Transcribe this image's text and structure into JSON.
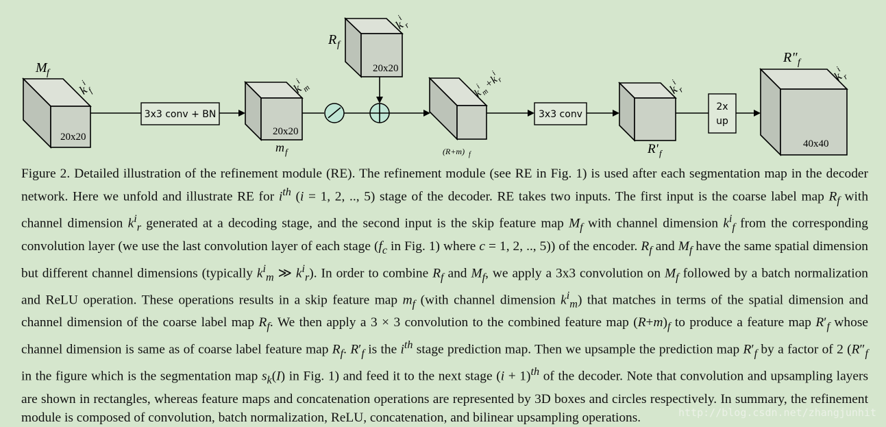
{
  "figure": {
    "blocks": {
      "mf_cube": {
        "name": "M",
        "sub": "f",
        "channel": "k",
        "channel_sup": "i",
        "channel_sub": "f",
        "size": "20x20"
      },
      "conv_bn": {
        "label": "3x3 conv + BN"
      },
      "m_cube": {
        "name": "m",
        "sub": "f",
        "channel": "k",
        "channel_sup": "i",
        "channel_sub": "m",
        "size": "20x20"
      },
      "rf_cube": {
        "name": "R",
        "sub": "f",
        "channel": "k",
        "channel_sup": "i",
        "channel_sub": "r",
        "size": "20x20"
      },
      "rm_cube": {
        "name": "(R+m)",
        "sub": "f",
        "channel": "k",
        "channel_sup": "i",
        "channel_sub": "m",
        "channel2": "+k",
        "channel2_sup": "i",
        "channel2_sub": "r"
      },
      "conv": {
        "label": "3x3 conv"
      },
      "rprime_cube": {
        "name": "R'",
        "sub": "f",
        "channel": "k",
        "channel_sup": "i",
        "channel_sub": "r"
      },
      "up": {
        "line1": "2x",
        "line2": "up"
      },
      "rdouble_cube": {
        "name": "R\"",
        "sub": "f",
        "channel": "k",
        "channel_sup": "i",
        "channel_sub": "r",
        "size": "40x40"
      }
    }
  },
  "caption_html": "Figure 2. Detailed illustration of the refinement module (RE). The refinement module (see RE in Fig. 1) is used after each segmentation map in the decoder network. Here we unfold and illustrate RE for <i>i</i><sup><i>th</i></sup> (<i>i</i> = 1, 2, .., 5) stage of the decoder. RE takes two inputs. The first input is the coarse label map <i>R</i><sub><i>f</i></sub> with channel dimension <i>k</i><sup><i>i</i></sup><sub><i>r</i></sub> generated at a decoding stage, and the second input is the skip feature map <i>M</i><sub><i>f</i></sub> with channel dimension <i>k</i><sup><i>i</i></sup><sub><i>f</i></sub> from the corresponding convolution layer (we use the last convolution layer of each stage (<i>f</i><sub><i>c</i></sub> in Fig. 1) where <i>c</i> = 1, 2, .., 5)) of the encoder. <i>R</i><sub><i>f</i></sub> and <i>M</i><sub><i>f</i></sub> have the same spatial dimension but different channel dimensions (typically <i>k</i><sup><i>i</i></sup><sub><i>m</i></sub> ≫ <i>k</i><sup><i>i</i></sup><sub><i>r</i></sub>). In order to combine <i>R</i><sub><i>f</i></sub> and <i>M</i><sub><i>f</i></sub>, we apply a 3x3 convolution on <i>M</i><sub><i>f</i></sub> followed by a batch normalization and ReLU operation. These operations results in a skip feature map <i>m</i><sub><i>f</i></sub> (with channel dimension <i>k</i><sup><i>i</i></sup><sub><i>m</i></sub>) that matches in terms of the spatial dimension and channel dimension of the coarse label map <i>R</i><sub><i>f</i></sub>. We then apply a 3 × 3 convolution to the combined feature map (<i>R</i>+<i>m</i>)<sub><i>f</i></sub> to produce a feature map <i>R</i>′<sub><i>f</i></sub> whose channel dimension is same as of coarse label feature map <i>R</i><sub><i>f</i></sub>. <i>R</i>′<sub><i>f</i></sub> is the <i>i</i><sup><i>th</i></sup> stage prediction map. Then we upsample the prediction map <i>R</i>′<sub><i>f</i></sub> by a factor of 2 (<i>R</i>″<sub><i>f</i></sub> in the figure which is the segmentation map <i>s</i><sub><i>k</i></sub>(<i>I</i>) in Fig. 1) and feed it to the next stage (<i>i</i> + 1)<sup><i>th</i></sup> of the decoder. Note that convolution and upsampling layers are shown in rectangles, whereas feature maps and concatenation operations are represented by 3D boxes and circles respectively. In summary, the refinement module is composed of convolution, batch normalization, ReLU, concatenation, and bilinear upsampling operations.",
  "watermark": "http://blog.csdn.net/zhangjunhit"
}
